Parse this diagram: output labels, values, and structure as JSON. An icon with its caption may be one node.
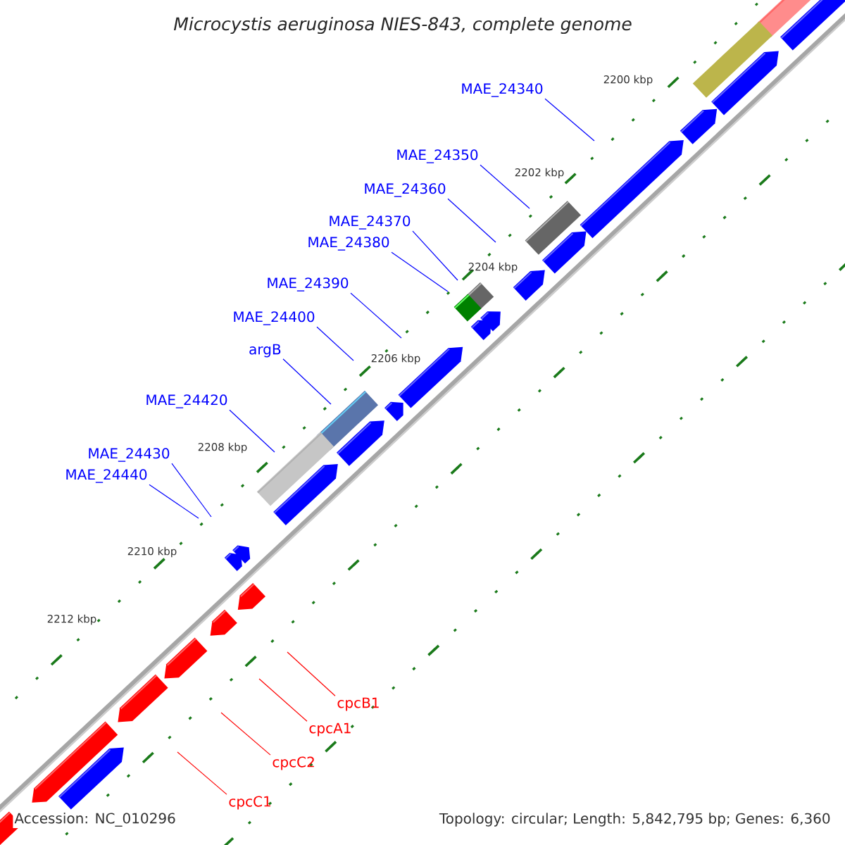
{
  "diagram": {
    "title": "Microcystis aeruginosa NIES-843, complete genome",
    "nodes": [
      {
        "text": [
          "MAE_24340"
        ]
      },
      {
        "text": [
          "MAE_24350"
        ]
      },
      {
        "text": [
          "MAE_24360"
        ]
      },
      {
        "text": [
          "MAE_24370"
        ]
      },
      {
        "text": [
          "MAE_24380"
        ]
      },
      {
        "text": [
          "MAE_24390"
        ]
      },
      {
        "text": [
          "MAE_24400"
        ]
      },
      {
        "text": [
          "argB"
        ]
      },
      {
        "text": [
          "MAE_24420"
        ]
      },
      {
        "text": [
          "MAE_24430"
        ]
      },
      {
        "text": [
          "MAE_24440"
        ]
      },
      {
        "text": [
          "cpcB1"
        ]
      },
      {
        "text": [
          "cpcA1"
        ]
      },
      {
        "text": [
          "cpcC2"
        ]
      },
      {
        "text": [
          "cpcC1"
        ]
      }
    ],
    "edges": [
      {
        "from": 0,
        "to": null,
        "arrow": "none"
      },
      {
        "from": 1,
        "to": null,
        "arrow": "none"
      },
      {
        "from": 2,
        "to": null,
        "arrow": "none"
      },
      {
        "from": 3,
        "to": null,
        "arrow": "none"
      },
      {
        "from": 4,
        "to": null,
        "arrow": "none"
      },
      {
        "from": 5,
        "to": null,
        "arrow": "none"
      },
      {
        "from": 6,
        "to": null,
        "arrow": "none"
      },
      {
        "from": 7,
        "to": null,
        "arrow": "none"
      },
      {
        "from": 8,
        "to": null,
        "arrow": "none"
      },
      {
        "from": 9,
        "to": null,
        "arrow": "none"
      },
      {
        "from": 10,
        "to": null,
        "arrow": "none"
      },
      {
        "from": 11,
        "to": null,
        "arrow": "none",
        "color": "#ff0000"
      },
      {
        "from": 12,
        "to": null,
        "arrow": "none",
        "color": "#ff0000"
      },
      {
        "from": 13,
        "to": null,
        "arrow": "none",
        "color": "#ff0000"
      },
      {
        "from": 14,
        "to": null,
        "arrow": "none",
        "color": "#ff0000"
      }
    ],
    "labels": [
      "2200 kbp",
      "2202 kbp",
      "2204 kbp",
      "2206 kbp",
      "2208 kbp",
      "2210 kbp",
      "2212 kbp",
      "Accession: NC_010296",
      "Topology: circular; Length: 5,842,795 bp; Genes: 6,360"
    ]
  }
}
